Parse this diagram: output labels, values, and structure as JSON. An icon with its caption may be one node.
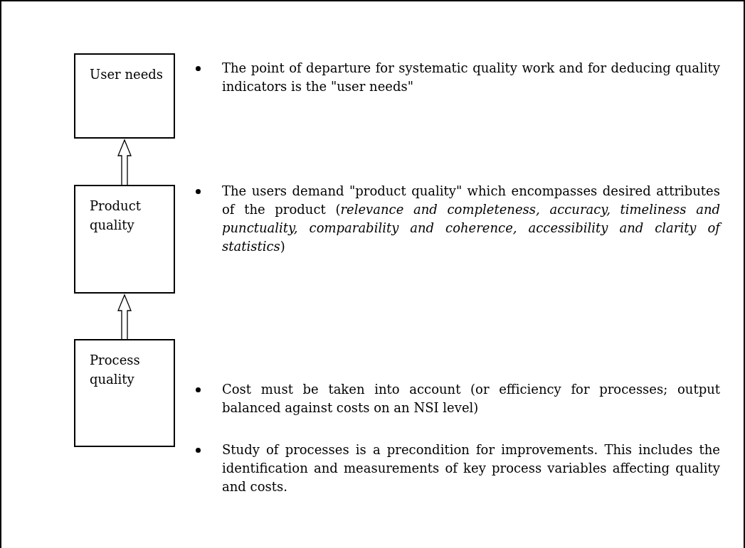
{
  "diagram": {
    "nodes": [
      {
        "text": [
          "User needs"
        ]
      },
      {
        "text": [
          "Product quality"
        ]
      },
      {
        "text": [
          "Process quality"
        ]
      }
    ],
    "edges": [
      {
        "from": 1,
        "to": 0,
        "arrow": "to"
      },
      {
        "from": 2,
        "to": 1,
        "arrow": "to"
      }
    ],
    "labels": [
      "The point of departure for systematic quality work and for deducing quality indicators is the \"user needs\"",
      "The users demand \"product quality\" which encompasses desired attributes of the product (*relevance and completeness, accuracy, timeliness and punctuality, comparability and coherence, accessibility and clarity of statistics*)",
      "Cost must be taken into account (or efficiency for processes; output balanced against costs on an NSI level)",
      "Study of processes is a precondition for improvements. This includes the identification and measurements of key process variables affecting quality and costs."
    ]
  }
}
